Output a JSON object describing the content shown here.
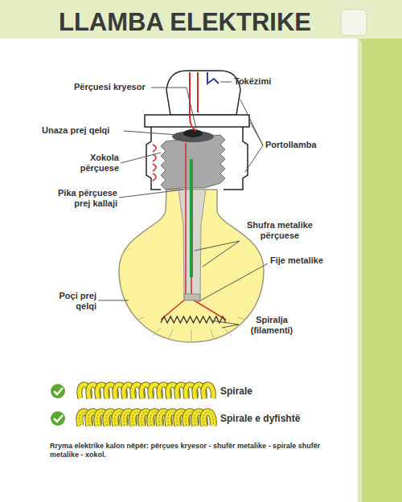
{
  "diagram": {
    "title": "LLAMBA ELEKTRIKE",
    "caption": "Rryma elektrike kalon nëpër: përçues kryesor - shufër metalike - spirale shufër metalike - xokol.",
    "labels": [
      "Përçuesi kryesor",
      "Tokëzimi",
      "Unaza prej qelqi",
      "Portollamba",
      "Xokola përçuese",
      "Pika përçuese prej kallaji",
      "Shufra metalike përçuese",
      "Fije metalike",
      "Poçi prej qelqi",
      "Spiralja (filamenti)"
    ],
    "legend": [
      {
        "text": "Spirale"
      },
      {
        "text": "Spirale e dyfishtë"
      }
    ]
  }
}
